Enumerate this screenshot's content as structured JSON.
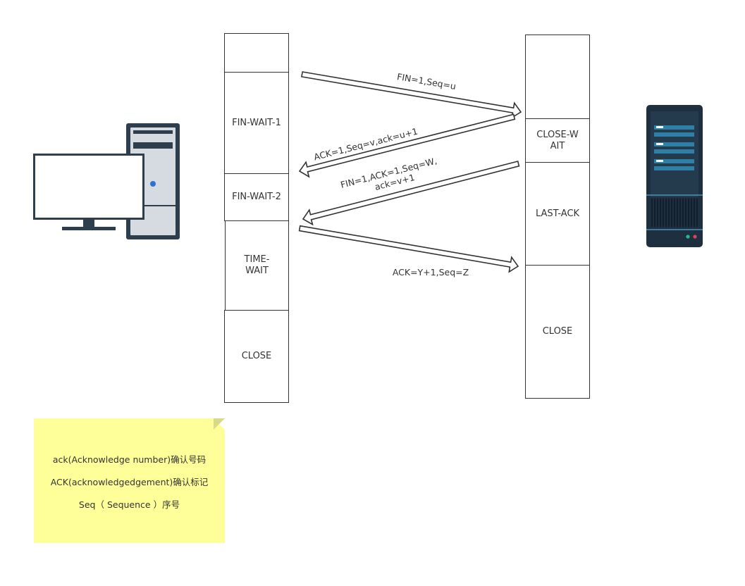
{
  "client": {
    "states": [
      "",
      "FIN-WAIT-1",
      "FIN-WAIT-2",
      "TIME-WAIT",
      "CLOSE"
    ]
  },
  "server": {
    "states": [
      "",
      "CLOSE-WAIT",
      "LAST-ACK",
      "CLOSE"
    ]
  },
  "messages": [
    {
      "label": "FIN=1,Seq=u",
      "direction": "client-to-server"
    },
    {
      "label": "ACK=1,Seq=v,ack=u+1",
      "direction": "server-to-client"
    },
    {
      "label_line1": "FIN=1,ACK=1,Seq=W,",
      "label_line2": "ack=v+1",
      "direction": "server-to-client"
    },
    {
      "label": "ACK=Y+1,Seq=Z",
      "direction": "client-to-server"
    }
  ],
  "note": {
    "lines": [
      "ack(Acknowledge number)确认号码",
      "ACK(acknowledgedgement)确认标记",
      "Seq（ Sequence  ）序号"
    ]
  },
  "colors": {
    "stroke": "#333333",
    "note_fill": "#ffff99",
    "server_body": "#1e3040",
    "server_slot": "#2f7fa6",
    "computer_frame": "#2e3e4c",
    "tower_panel": "#d5dbe0",
    "power_led": "#2f6fd6"
  }
}
